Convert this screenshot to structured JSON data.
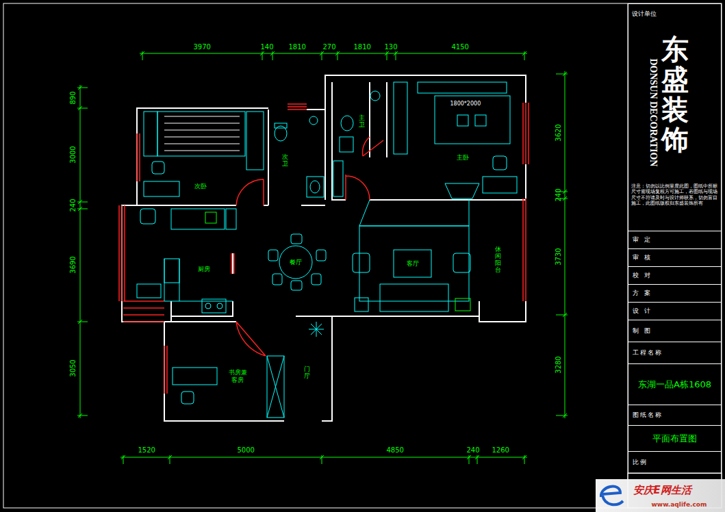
{
  "diagram": {
    "nodes": [
      {
        "text": [
          "设计单位",
          "东盛装饰",
          "DONSUN DECORATION",
          "注意：切勿以比例量度此图，图纸中所标尺寸需现场复核方可施工，若图纸与现场尺寸不符请及时与设计师联系，切勿盲目施工，此图纸版权归东盛装饰所有"
        ]
      },
      {
        "text": [
          "审定"
        ]
      },
      {
        "text": [
          "审核"
        ]
      },
      {
        "text": [
          "校对"
        ]
      },
      {
        "text": [
          "方案"
        ]
      },
      {
        "text": [
          "设计"
        ]
      },
      {
        "text": [
          "制图"
        ]
      },
      {
        "text": [
          "工程名称"
        ]
      },
      {
        "text": [
          "东湖一品A栋1608"
        ]
      },
      {
        "text": [
          "图纸名称"
        ]
      },
      {
        "text": [
          "平面布置图"
        ]
      },
      {
        "text": [
          "比例"
        ]
      }
    ],
    "labels": [
      "3970",
      "140",
      "1810",
      "270",
      "1810",
      "130",
      "4150",
      "1520",
      "5000",
      "4850",
      "240",
      "1260",
      "890",
      "3000",
      "240",
      "3690",
      "3050",
      "3620",
      "240",
      "3730",
      "3280",
      "次卧",
      "次卫",
      "主卫",
      "1800*2000",
      "主卧",
      "厨房",
      "餐厅",
      "客厅",
      "休闲阳台",
      "书房兼 客房",
      "门厅",
      "安庆E网生活",
      "www.aqlife.com"
    ]
  }
}
